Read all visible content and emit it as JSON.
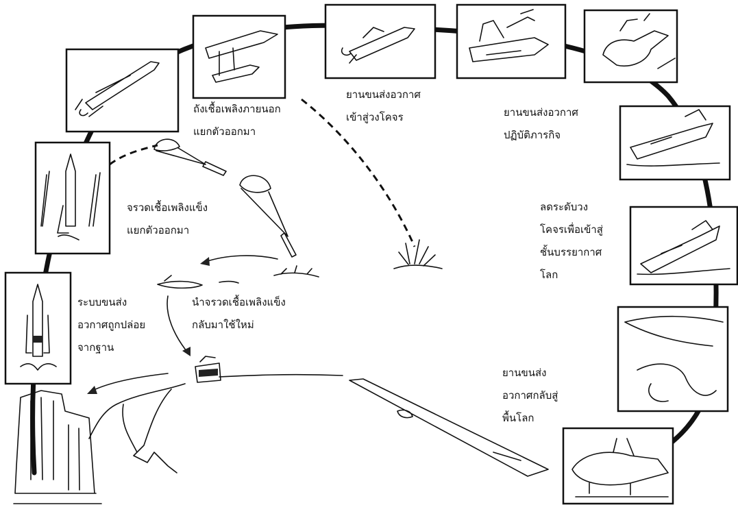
{
  "labels": {
    "launch": [
      "ระบบขนส่ง",
      "อวกาศถูกปล่อย",
      "จากฐาน"
    ],
    "srb_separation": [
      "จรวดเชื้อเพลิงแข็ง",
      "แยกตัวออกมา"
    ],
    "tank_separation": [
      "ถังเชื้อเพลิงภายนอก",
      "แยกตัวออกมา"
    ],
    "orbit_entry": [
      "ยานขนส่งอวกาศ",
      "เข้าสู่วงโคจร"
    ],
    "mission": [
      "ยานขนส่งอวกาศ",
      "ปฏิบัติภารกิจ"
    ],
    "deorbit": [
      "ลดระดับวง",
      "โคจรเพื่อเข้าสู่",
      "ชั้นบรรยากาศ",
      "โลก"
    ],
    "srb_recovery": [
      "นำจรวดเชื้อเพลิงแข็ง",
      "กลับมาใช้ใหม่"
    ],
    "return": [
      "ยานขนส่ง",
      "อวกาศกลับสู่",
      "พื้นโลก"
    ]
  }
}
